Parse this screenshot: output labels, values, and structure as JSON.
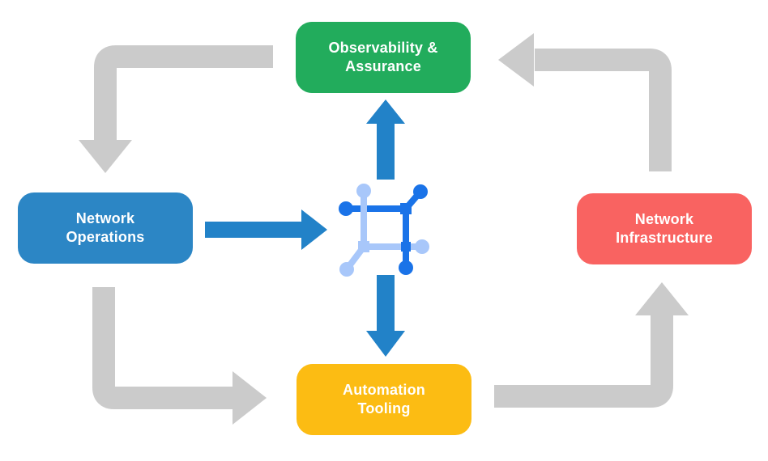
{
  "title": "Network automation cycle diagram",
  "colors": {
    "background": "#FFFFFF",
    "gray_arrow": "#CBCBCB",
    "blue_arrow": "#2282C8",
    "icon_dark": "#1A73E8",
    "icon_light": "#A8C7FA",
    "node_text": "#FFFFFF"
  },
  "nodes": {
    "observability": {
      "line1": "Observability &",
      "line2": "Assurance",
      "color": "#22AC5C"
    },
    "operations": {
      "line1": "Network",
      "line2": "Operations",
      "color": "#2C86C5"
    },
    "infrastructure": {
      "line1": "Network",
      "line2": "Infrastructure",
      "color": "#F96361"
    },
    "automation": {
      "line1": "Automation",
      "line2": "Tooling",
      "color": "#FCBC13"
    }
  },
  "center_icon": {
    "name": "network-mesh-icon"
  },
  "arrows": {
    "outer_cycle": [
      {
        "from": "observability",
        "to": "operations",
        "style": "gray-elbow"
      },
      {
        "from": "operations",
        "to": "automation",
        "style": "gray-elbow"
      },
      {
        "from": "automation",
        "to": "infrastructure",
        "style": "gray-elbow"
      },
      {
        "from": "infrastructure",
        "to": "observability",
        "style": "gray-elbow"
      }
    ],
    "hub_links": [
      {
        "from": "operations",
        "to": "center-icon",
        "style": "blue-straight"
      },
      {
        "from": "center-icon",
        "to": "observability",
        "style": "blue-straight"
      },
      {
        "from": "center-icon",
        "to": "automation",
        "style": "blue-straight"
      }
    ]
  }
}
